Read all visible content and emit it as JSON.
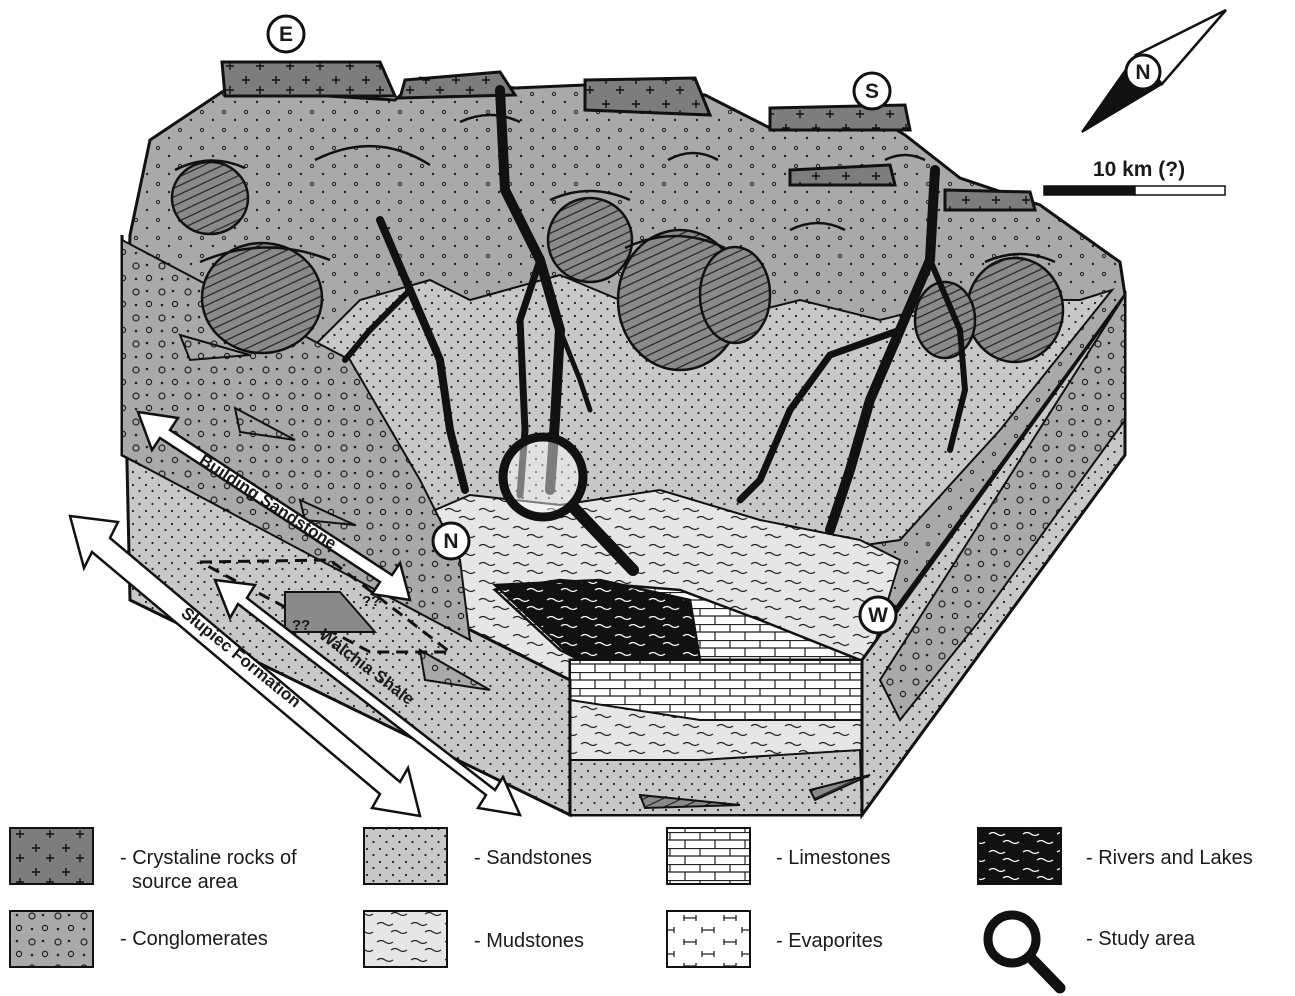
{
  "compass": {
    "north": "N",
    "east": "E",
    "south": "S",
    "north_block": "N",
    "west": "W"
  },
  "scale_bar": {
    "label": "10 km (?)"
  },
  "formations": {
    "building_sandstone": "Building Sandstone",
    "walchia_shale": "Walchia Shale",
    "slupiec_formation": "Słupiec Formation",
    "uncertain_1": "??",
    "uncertain_2": "??"
  },
  "legend": {
    "crystalline": {
      "line1": "- Crystaline rocks of",
      "line2": "source area"
    },
    "sandstones": "- Sandstones",
    "limestones": "- Limestones",
    "rivers_lakes": "- Rivers and Lakes",
    "conglomerates": "- Conglomerates",
    "mudstones": "- Mudstones",
    "evaporites": "- Evaporites",
    "study_area": "- Study area"
  },
  "colors": {
    "crystalline": "#7d7d7d",
    "fan": "#a9a9a9",
    "sandstone": "#c8c8c8",
    "mudstone": "#e6e6e6",
    "lake": "#111111",
    "limestone": "#ffffff"
  },
  "icons": [
    "compass-needle-icon",
    "magnifier-icon"
  ]
}
